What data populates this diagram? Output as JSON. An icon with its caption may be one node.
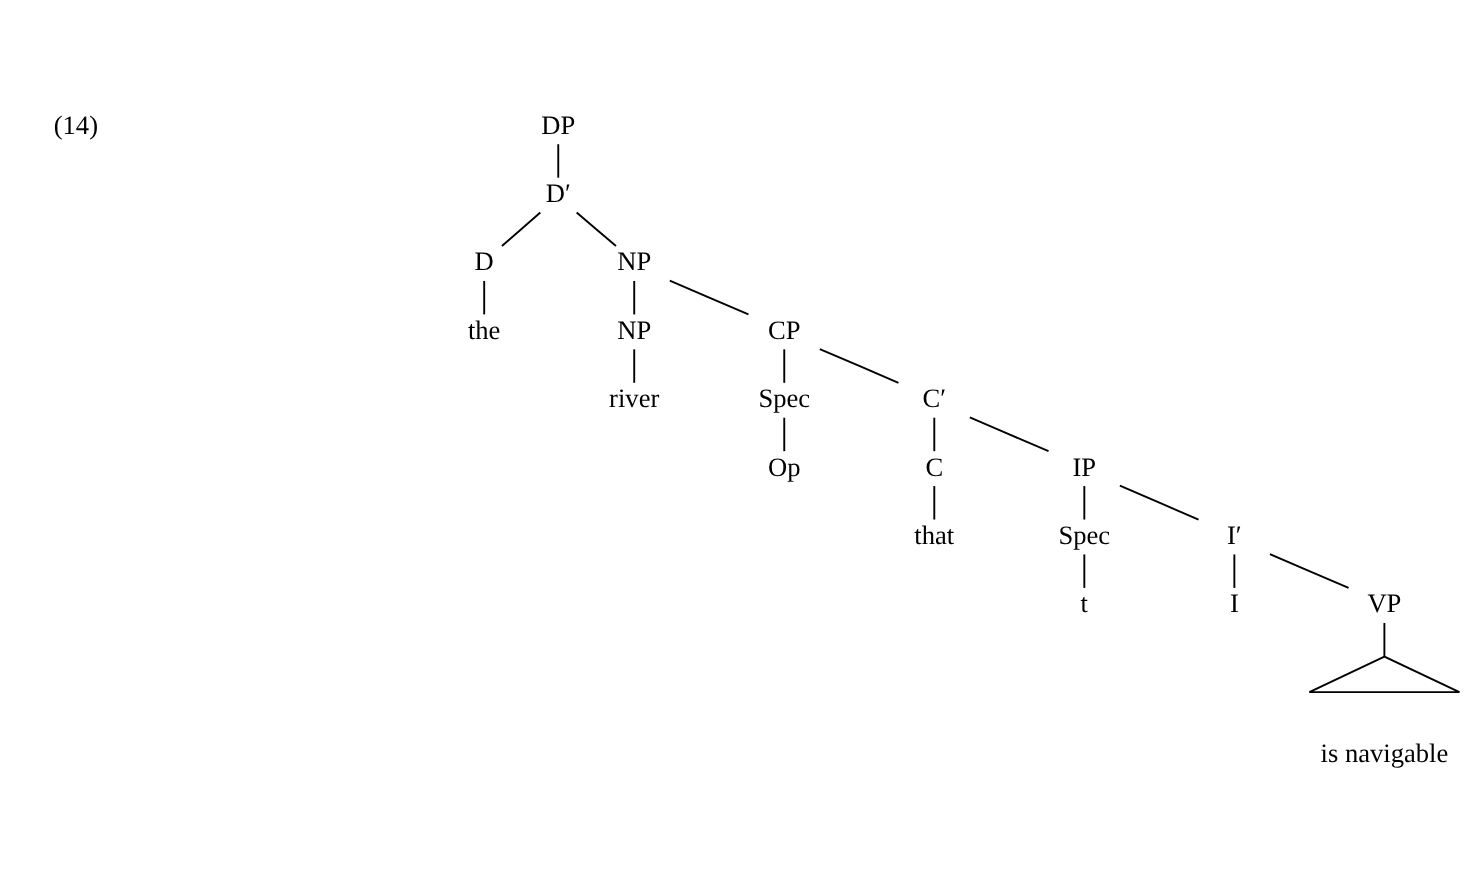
{
  "diagram": {
    "nodes": [
      {
        "text": [
          "DP"
        ]
      },
      {
        "text": [
          "D′"
        ]
      },
      {
        "text": [
          "D"
        ]
      },
      {
        "text": [
          "NP"
        ]
      },
      {
        "text": [
          "the"
        ]
      },
      {
        "text": [
          "NP"
        ]
      },
      {
        "text": [
          "CP"
        ]
      },
      {
        "text": [
          "river"
        ]
      },
      {
        "text": [
          "Spec"
        ]
      },
      {
        "text": [
          "C′"
        ]
      },
      {
        "text": [
          "Op"
        ]
      },
      {
        "text": [
          "C"
        ]
      },
      {
        "text": [
          "IP"
        ]
      },
      {
        "text": [
          "that"
        ]
      },
      {
        "text": [
          "Spec"
        ]
      },
      {
        "text": [
          "I′"
        ]
      },
      {
        "text": [
          "t"
        ]
      },
      {
        "text": [
          "I"
        ]
      },
      {
        "text": [
          "VP"
        ]
      },
      {
        "text": [],
        "shape": "triangle",
        "beside": [
          "is navigable"
        ]
      }
    ],
    "edges": [
      {
        "from": 0,
        "to": 1,
        "arrow": "none"
      },
      {
        "from": 1,
        "to": 2,
        "arrow": "none"
      },
      {
        "from": 1,
        "to": 3,
        "arrow": "none"
      },
      {
        "from": 2,
        "to": 4,
        "arrow": "none"
      },
      {
        "from": 3,
        "to": 5,
        "arrow": "none"
      },
      {
        "from": 3,
        "to": 6,
        "arrow": "none"
      },
      {
        "from": 5,
        "to": 7,
        "arrow": "none"
      },
      {
        "from": 6,
        "to": 8,
        "arrow": "none"
      },
      {
        "from": 6,
        "to": 9,
        "arrow": "none"
      },
      {
        "from": 8,
        "to": 10,
        "arrow": "none"
      },
      {
        "from": 9,
        "to": 11,
        "arrow": "none"
      },
      {
        "from": 9,
        "to": 12,
        "arrow": "none"
      },
      {
        "from": 11,
        "to": 13,
        "arrow": "none"
      },
      {
        "from": 12,
        "to": 14,
        "arrow": "none"
      },
      {
        "from": 12,
        "to": 15,
        "arrow": "none"
      },
      {
        "from": 14,
        "to": 16,
        "arrow": "none"
      },
      {
        "from": 15,
        "to": 17,
        "arrow": "none"
      },
      {
        "from": 15,
        "to": 18,
        "arrow": "none"
      },
      {
        "from": 18,
        "to": 19,
        "arrow": "none"
      }
    ],
    "labels": [
      "(14)"
    ]
  }
}
